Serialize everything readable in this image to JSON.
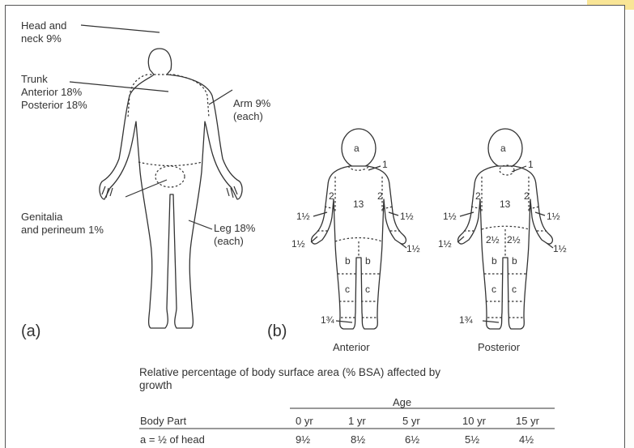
{
  "adult": {
    "panel_label": "(a)",
    "head_neck": "Head and\nneck 9%",
    "trunk": "Trunk\nAnterior 18%\nPosterior 18%",
    "arm": "Arm 9%\n(each)",
    "genitalia": "Genitalia\nand perineum 1%",
    "leg": "Leg 18%\n(each)"
  },
  "child": {
    "panel_label": "(b)",
    "anterior_caption": "Anterior",
    "posterior_caption": "Posterior",
    "anterior": {
      "head": "a",
      "neck": "1",
      "trunk": "13",
      "upper_arm_l": "2",
      "upper_arm_r": "2",
      "forearm_l": "1½",
      "forearm_r": "1½",
      "hand_l": "1½",
      "hand_r": "1½",
      "thigh_l": "b",
      "thigh_r": "b",
      "lower_leg_l": "c",
      "lower_leg_r": "c",
      "foot": "1¾"
    },
    "posterior": {
      "head": "a",
      "neck": "1",
      "trunk": "13",
      "upper_arm_l": "2",
      "upper_arm_r": "2",
      "forearm_l": "1½",
      "forearm_r": "1½",
      "hand_l": "1½",
      "hand_r": "1½",
      "buttock_l": "2½",
      "buttock_r": "2½",
      "thigh_l": "b",
      "thigh_r": "b",
      "lower_leg_l": "c",
      "lower_leg_r": "c",
      "foot": "1¾"
    }
  },
  "table": {
    "caption": "Relative percentage of body surface area (% BSA) affected by\ngrowth",
    "group_header": "Age",
    "row_header": "Body Part",
    "columns": [
      "0 yr",
      "1 yr",
      "5 yr",
      "10 yr",
      "15 yr"
    ],
    "rows": [
      {
        "part": "a = ½ of head",
        "values": [
          "9½",
          "8½",
          "6½",
          "5½",
          "4½"
        ]
      }
    ]
  }
}
